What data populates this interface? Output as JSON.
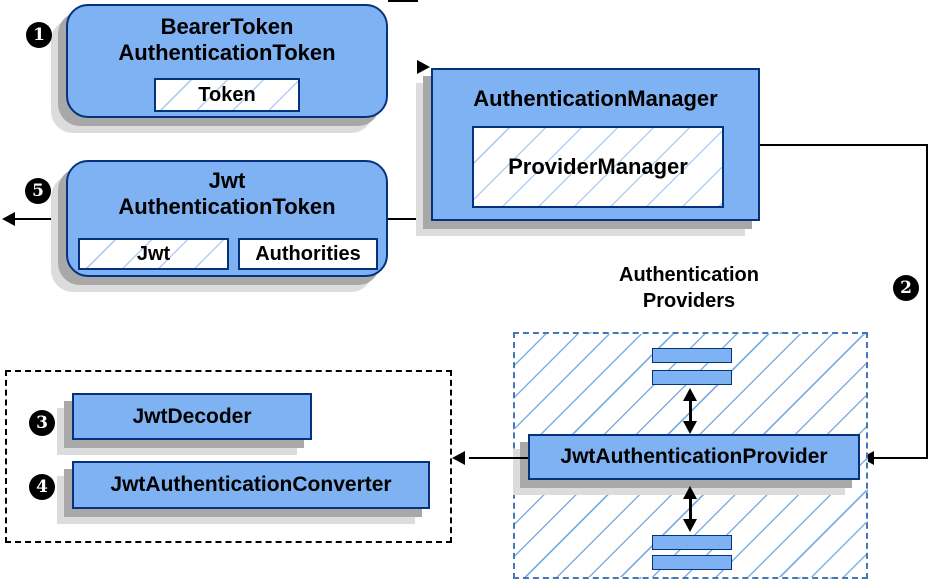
{
  "colors": {
    "box_fill": "#7eb2f2",
    "box_border": "#06317c",
    "hatch_line_strong": "#7fb0e4",
    "hatch_line_light": "#b3d0f0",
    "shadow_dark": "#a8a8a8",
    "shadow_light": "#dcdcdc",
    "dashed_blue_border": "#4576b5",
    "dashed_black_border": "#000000",
    "arrow": "#000000",
    "badge_bg": "#000000",
    "badge_fg": "#ffffff"
  },
  "boxes": {
    "bearer_token": {
      "line1": "BearerToken",
      "line2": "AuthenticationToken",
      "token_label": "Token"
    },
    "auth_manager": {
      "title": "AuthenticationManager",
      "inner_label": "ProviderManager"
    },
    "jwt_token": {
      "line1": "Jwt",
      "line2": "AuthenticationToken",
      "jwt_label": "Jwt",
      "authorities_label": "Authorities"
    },
    "providers_group": {
      "line1": "Authentication",
      "line2": "Providers"
    },
    "jwt_provider": {
      "label": "JwtAuthenticationProvider"
    },
    "jwt_decoder": {
      "label": "JwtDecoder"
    },
    "jwt_converter": {
      "label": "JwtAuthenticationConverter"
    }
  },
  "badges": {
    "step1": "1",
    "step2": "2",
    "step3": "3",
    "step4": "4",
    "step5": "5"
  }
}
